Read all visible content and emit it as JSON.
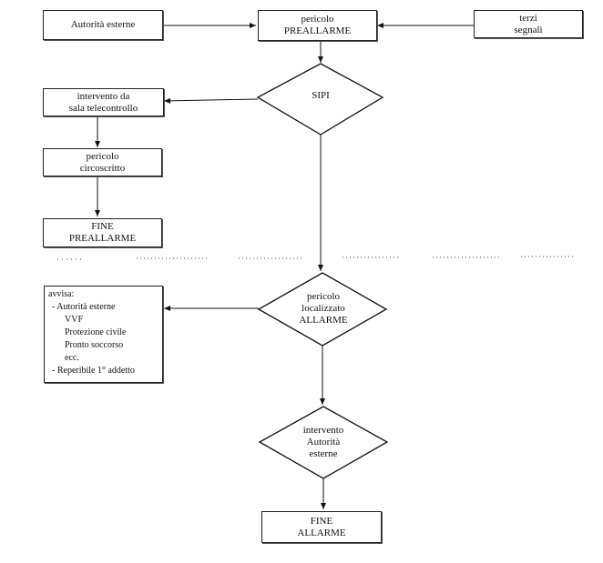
{
  "nodes": {
    "autorita_esterne_top": "Autorità esterne",
    "pericolo_preallarme": [
      "pericolo",
      "PREALLARME"
    ],
    "terzi_segnali": [
      "terzi",
      "segnali"
    ],
    "sipi": "SIPI",
    "intervento_sala": [
      "intervento da",
      "sala telecontrollo"
    ],
    "pericolo_circoscritto": [
      "pericolo",
      "circoscritto"
    ],
    "fine_preallarme": [
      "FINE",
      "PREALLARME"
    ],
    "pericolo_localizzato": [
      "pericolo",
      "localizzato",
      "ALLARME"
    ],
    "avvisa": [
      "avvisa:",
      "- Autorità esterne",
      "VVF",
      "Protezione civile",
      "Pronto soccorso",
      "ecc.",
      "- Reperibile 1° addetto"
    ],
    "intervento_autorita": [
      "intervento",
      "Autorità",
      "esterne"
    ],
    "fine_allarme": [
      "FINE",
      "ALLARME"
    ]
  }
}
